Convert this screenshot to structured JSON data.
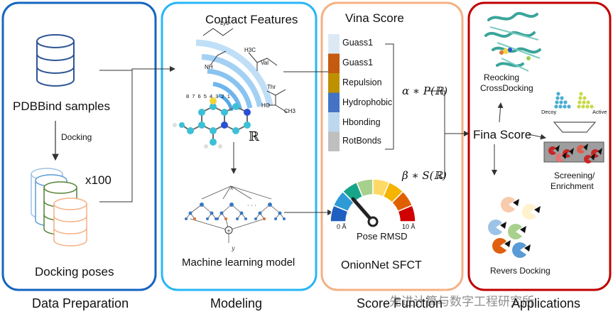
{
  "panels": [
    {
      "id": "data-preparation",
      "title": "Data Preparation",
      "border": "#1565c0"
    },
    {
      "id": "modeling",
      "title": "Modeling",
      "border": "#29b6f6"
    },
    {
      "id": "score-function",
      "title": "Score Function",
      "border": "#f4b183"
    },
    {
      "id": "applications",
      "title": "Applications",
      "border": "#c00000"
    }
  ],
  "data_prep": {
    "pdbbind_label": "PDBBind samples",
    "docking_arrow_label": "Docking",
    "multiplier": "x100",
    "poses_label": "Docking poses"
  },
  "modeling": {
    "contact_title": "Contact Features",
    "ml_label": "Machine learning model",
    "real_symbol": "ℝ",
    "molecule_labels": [
      "Lys",
      "NH",
      "Val",
      "Thr",
      "H3C",
      "CH3",
      "HO"
    ],
    "scale_numbers": "8 7 6 5 4 3 2 1"
  },
  "score_function": {
    "vina_title": "Vina Score",
    "terms": [
      {
        "name": "Guass1",
        "color": "#dce9f5"
      },
      {
        "name": "Guass1",
        "color": "#c55a11"
      },
      {
        "name": "Repulsion",
        "color": "#bf9000"
      },
      {
        "name": "Hydrophobic",
        "color": "#4472c4"
      },
      {
        "name": "Hbonding",
        "color": "#bdd7ee"
      },
      {
        "name": "RotBonds",
        "color": "#bfbfbf"
      }
    ],
    "alpha_formula": "α ∗ P(ℝ)",
    "beta_formula": "β ∗ S(ℝ)",
    "gauge_min": "0 Å",
    "gauge_max": "10 Å",
    "gauge_label": "Pose RMSD",
    "gauge_colors": [
      "#1f5fbf",
      "#2e9bd6",
      "#17a589",
      "#a8d08d",
      "#ffd966",
      "#f4b400",
      "#e06000",
      "#d00000"
    ],
    "sfct_label": "OnionNet SFCT"
  },
  "applications": {
    "fina_score": "Fina Score",
    "reocking_line1": "Reocking",
    "reocking_line2": "CrossDocking",
    "decoy": "Decoy",
    "active": "Active",
    "screening_line1": "Screening/",
    "screening_line2": "Enrichment",
    "revers_label": "Revers Docking"
  },
  "watermark": "先进计算与数字工程研究所"
}
